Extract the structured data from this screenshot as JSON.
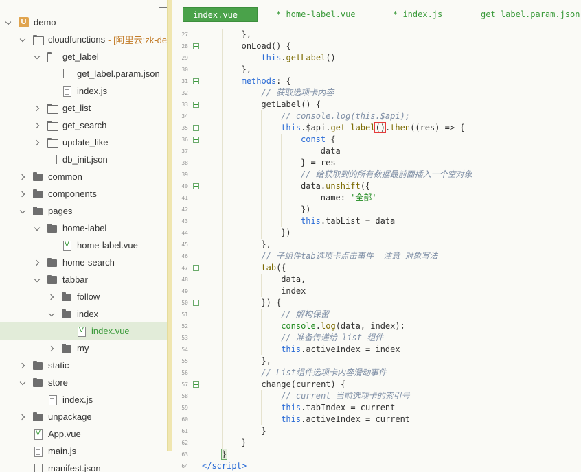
{
  "sidebar": {
    "tree": [
      {
        "label": "demo",
        "icon": "project-icon",
        "depth": 0,
        "chevron": "down"
      },
      {
        "label": "cloudfunctions",
        "extra": "- [阿里云:zk-dem",
        "icon": "folder-open-icon",
        "depth": 1,
        "chevron": "down"
      },
      {
        "label": "get_label",
        "icon": "folder-open-icon",
        "depth": 2,
        "chevron": "down"
      },
      {
        "label": "get_label.param.json",
        "icon": "json-file-icon",
        "depth": 3,
        "chevron": "none"
      },
      {
        "label": "index.js",
        "icon": "js-file-icon",
        "depth": 3,
        "chevron": "none"
      },
      {
        "label": "get_list",
        "icon": "folder-open-icon",
        "depth": 2,
        "chevron": "right"
      },
      {
        "label": "get_search",
        "icon": "folder-open-icon",
        "depth": 2,
        "chevron": "right"
      },
      {
        "label": "update_like",
        "icon": "folder-open-icon",
        "depth": 2,
        "chevron": "right"
      },
      {
        "label": "db_init.json",
        "icon": "json-file-icon",
        "depth": 2,
        "chevron": "none"
      },
      {
        "label": "common",
        "icon": "folder-icon",
        "depth": 1,
        "chevron": "right"
      },
      {
        "label": "components",
        "icon": "folder-icon",
        "depth": 1,
        "chevron": "right"
      },
      {
        "label": "pages",
        "icon": "folder-icon",
        "depth": 1,
        "chevron": "down"
      },
      {
        "label": "home-label",
        "icon": "folder-icon",
        "depth": 2,
        "chevron": "down"
      },
      {
        "label": "home-label.vue",
        "icon": "vue-file-icon",
        "depth": 3,
        "chevron": "none"
      },
      {
        "label": "home-search",
        "icon": "folder-icon",
        "depth": 2,
        "chevron": "right"
      },
      {
        "label": "tabbar",
        "icon": "folder-icon",
        "depth": 2,
        "chevron": "down"
      },
      {
        "label": "follow",
        "icon": "folder-icon",
        "depth": 3,
        "chevron": "right"
      },
      {
        "label": "index",
        "icon": "folder-icon",
        "depth": 3,
        "chevron": "down"
      },
      {
        "label": "index.vue",
        "icon": "vue-file-icon",
        "depth": 4,
        "chevron": "none",
        "selected": true
      },
      {
        "label": "my",
        "icon": "folder-icon",
        "depth": 3,
        "chevron": "right"
      },
      {
        "label": "static",
        "icon": "folder-icon",
        "depth": 1,
        "chevron": "right"
      },
      {
        "label": "store",
        "icon": "folder-icon",
        "depth": 1,
        "chevron": "down"
      },
      {
        "label": "index.js",
        "icon": "js-file-icon",
        "depth": 2,
        "chevron": "none"
      },
      {
        "label": "unpackage",
        "icon": "folder-icon",
        "depth": 1,
        "chevron": "right"
      },
      {
        "label": "App.vue",
        "icon": "vue-file-icon",
        "depth": 1,
        "chevron": "none"
      },
      {
        "label": "main.js",
        "icon": "js-file-icon",
        "depth": 1,
        "chevron": "none"
      },
      {
        "label": "manifest.json",
        "icon": "json-file-icon",
        "depth": 1,
        "chevron": "none"
      }
    ]
  },
  "tabs": [
    {
      "label": "index.vue",
      "active": true
    },
    {
      "label": "* home-label.vue",
      "active": false
    },
    {
      "label": "* index.js",
      "active": false
    },
    {
      "label": "get_label.param.json",
      "active": false
    }
  ],
  "editor": {
    "accent": "#3a9a3a",
    "lines": [
      {
        "n": "27",
        "fold": false,
        "indent": 2,
        "tokens": [
          {
            "t": "},"
          }
        ]
      },
      {
        "n": "28",
        "fold": true,
        "indent": 2,
        "tokens": [
          {
            "t": "onLoad() {"
          }
        ]
      },
      {
        "n": "29",
        "fold": false,
        "indent": 3,
        "tokens": [
          {
            "t": "this",
            "c": "kw"
          },
          {
            "t": "."
          },
          {
            "t": "getLabel",
            "c": "fn"
          },
          {
            "t": "()"
          }
        ]
      },
      {
        "n": "30",
        "fold": false,
        "indent": 2,
        "tokens": [
          {
            "t": "},"
          }
        ]
      },
      {
        "n": "31",
        "fold": true,
        "indent": 2,
        "tokens": [
          {
            "t": "methods",
            "c": "kw"
          },
          {
            "t": ": {"
          }
        ]
      },
      {
        "n": "32",
        "fold": false,
        "indent": 3,
        "tokens": [
          {
            "t": "// 获取选项卡内容",
            "c": "cm"
          }
        ]
      },
      {
        "n": "33",
        "fold": true,
        "indent": 3,
        "tokens": [
          {
            "t": "getLabel() {"
          }
        ]
      },
      {
        "n": "34",
        "fold": false,
        "indent": 4,
        "tokens": [
          {
            "t": "// console.log(this.$api);",
            "c": "cm"
          }
        ]
      },
      {
        "n": "35",
        "fold": true,
        "indent": 4,
        "tokens": [
          {
            "t": "this",
            "c": "kw"
          },
          {
            "t": ".$api."
          },
          {
            "t": "get_label",
            "c": "fn"
          },
          {
            "t": "()",
            "c": "rb"
          },
          {
            "t": "."
          },
          {
            "t": "then",
            "c": "fn"
          },
          {
            "t": "((res) => {"
          }
        ]
      },
      {
        "n": "36",
        "fold": true,
        "indent": 5,
        "tokens": [
          {
            "t": "const",
            "c": "tm"
          },
          {
            "t": " {"
          }
        ]
      },
      {
        "n": "37",
        "fold": false,
        "indent": 6,
        "tokens": [
          {
            "t": "data"
          }
        ]
      },
      {
        "n": "38",
        "fold": false,
        "indent": 5,
        "tokens": [
          {
            "t": "} = res"
          }
        ]
      },
      {
        "n": "39",
        "fold": false,
        "indent": 5,
        "tokens": [
          {
            "t": "// 给获取到的所有数据最前面插入一个空对象",
            "c": "cm"
          }
        ]
      },
      {
        "n": "40",
        "fold": true,
        "indent": 5,
        "tokens": [
          {
            "t": "data."
          },
          {
            "t": "unshift",
            "c": "fn"
          },
          {
            "t": "({"
          }
        ]
      },
      {
        "n": "41",
        "fold": false,
        "indent": 6,
        "tokens": [
          {
            "t": "name: "
          },
          {
            "t": "'全部'",
            "c": "st"
          }
        ]
      },
      {
        "n": "42",
        "fold": false,
        "indent": 5,
        "tokens": [
          {
            "t": "})"
          }
        ]
      },
      {
        "n": "43",
        "fold": false,
        "indent": 5,
        "tokens": [
          {
            "t": "this",
            "c": "kw"
          },
          {
            "t": ".tabList = data"
          }
        ]
      },
      {
        "n": "44",
        "fold": false,
        "indent": 4,
        "tokens": [
          {
            "t": "})"
          }
        ]
      },
      {
        "n": "45",
        "fold": false,
        "indent": 3,
        "tokens": [
          {
            "t": "},"
          }
        ]
      },
      {
        "n": "46",
        "fold": false,
        "indent": 3,
        "tokens": [
          {
            "t": "// 子组件tab选项卡点击事件  注意 对象写法",
            "c": "cm"
          }
        ]
      },
      {
        "n": "47",
        "fold": true,
        "indent": 3,
        "tokens": [
          {
            "t": "tab",
            "c": "fn"
          },
          {
            "t": "({"
          }
        ]
      },
      {
        "n": "48",
        "fold": false,
        "indent": 4,
        "tokens": [
          {
            "t": "data,"
          }
        ]
      },
      {
        "n": "49",
        "fold": false,
        "indent": 4,
        "tokens": [
          {
            "t": "index"
          }
        ]
      },
      {
        "n": "50",
        "fold": true,
        "indent": 3,
        "tokens": [
          {
            "t": "}) {"
          }
        ]
      },
      {
        "n": "51",
        "fold": false,
        "indent": 4,
        "tokens": [
          {
            "t": "// 解构保留",
            "c": "cm"
          }
        ]
      },
      {
        "n": "52",
        "fold": false,
        "indent": 4,
        "tokens": [
          {
            "t": "console",
            "c": "st"
          },
          {
            "t": "."
          },
          {
            "t": "log",
            "c": "fn"
          },
          {
            "t": "(data, index);"
          }
        ]
      },
      {
        "n": "53",
        "fold": false,
        "indent": 4,
        "tokens": [
          {
            "t": "// 准备传递给 list 组件",
            "c": "cm"
          }
        ]
      },
      {
        "n": "54",
        "fold": false,
        "indent": 4,
        "tokens": [
          {
            "t": "this",
            "c": "kw"
          },
          {
            "t": ".activeIndex = index"
          }
        ]
      },
      {
        "n": "55",
        "fold": false,
        "indent": 3,
        "tokens": [
          {
            "t": "},"
          }
        ]
      },
      {
        "n": "56",
        "fold": false,
        "indent": 3,
        "tokens": [
          {
            "t": "// List组件选项卡内容滑动事件",
            "c": "cm"
          }
        ]
      },
      {
        "n": "57",
        "fold": true,
        "indent": 3,
        "tokens": [
          {
            "t": "change(current) {"
          }
        ]
      },
      {
        "n": "58",
        "fold": false,
        "indent": 4,
        "tokens": [
          {
            "t": "// current 当前选项卡的索引号",
            "c": "cm"
          }
        ]
      },
      {
        "n": "59",
        "fold": false,
        "indent": 4,
        "tokens": [
          {
            "t": "this",
            "c": "kw"
          },
          {
            "t": ".tabIndex = current"
          }
        ]
      },
      {
        "n": "60",
        "fold": false,
        "indent": 4,
        "tokens": [
          {
            "t": "this",
            "c": "kw"
          },
          {
            "t": ".activeIndex = current"
          }
        ]
      },
      {
        "n": "61",
        "fold": false,
        "indent": 3,
        "tokens": [
          {
            "t": "}"
          }
        ]
      },
      {
        "n": "62",
        "fold": false,
        "indent": 2,
        "tokens": [
          {
            "t": "}"
          }
        ]
      },
      {
        "n": "63",
        "fold": false,
        "indent": 1,
        "tokens": [
          {
            "t": "}",
            "c": "hb"
          }
        ]
      },
      {
        "n": "64",
        "fold": false,
        "indent": 0,
        "tokens": [
          {
            "t": "</",
            "c": "kw"
          },
          {
            "t": "script",
            "c": "kw"
          },
          {
            "t": ">",
            "c": "kw"
          }
        ]
      }
    ]
  }
}
